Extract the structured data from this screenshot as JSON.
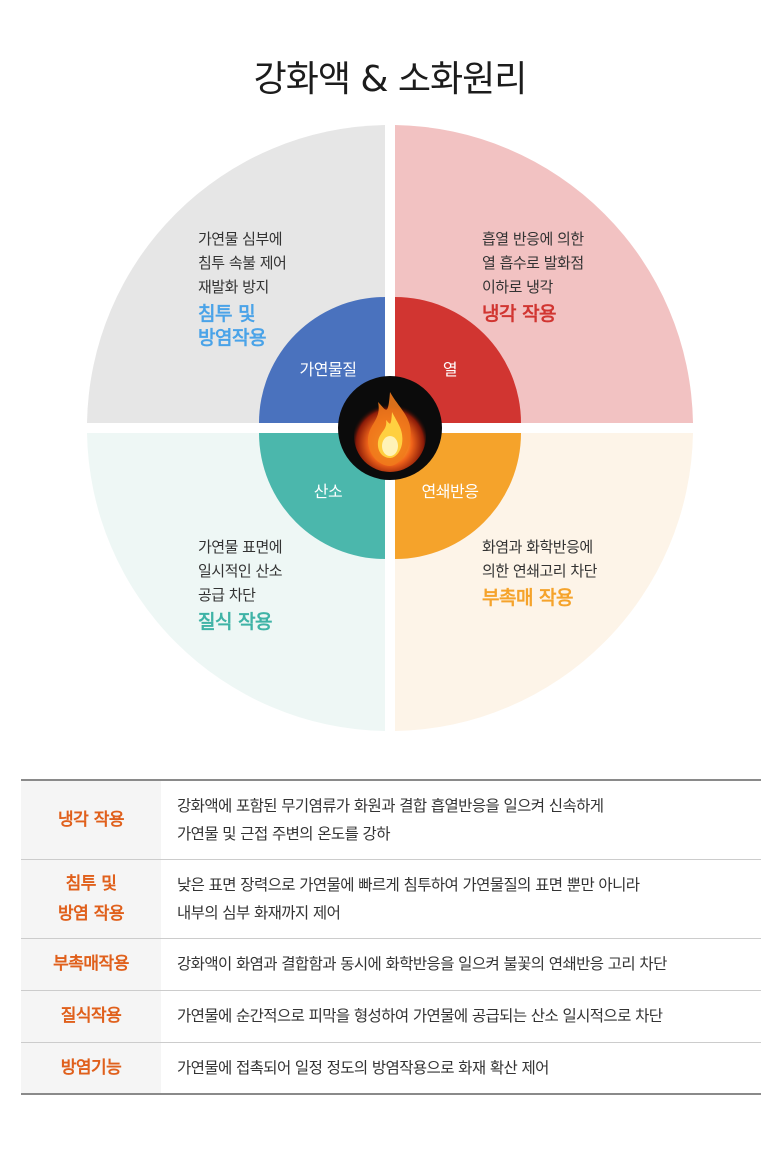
{
  "title": "강화액 & 소화원리",
  "colors": {
    "tl_outer": "#e6e6e6",
    "tr_outer": "#f2c2c2",
    "bl_outer": "#eef7f5",
    "br_outer": "#fdf4e8",
    "tl_inner": "#4a72be",
    "tr_inner": "#d13531",
    "bl_inner": "#4bb7ac",
    "br_inner": "#f5a32b",
    "center": "#0b0b0b",
    "accent_orange": "#e0601c"
  },
  "quadrants": {
    "top_left": {
      "lines": [
        "가연물 심부에",
        "침투 속불 제어",
        "재발화 방지"
      ],
      "action": [
        "침투 및",
        "방염작용"
      ],
      "action_color": "#4aa3e8",
      "inner_label": "가연물질"
    },
    "top_right": {
      "lines": [
        "흡열 반응에 의한",
        "열 흡수로 발화점",
        "이하로 냉각"
      ],
      "action": [
        "냉각 작용"
      ],
      "action_color": "#d13531",
      "inner_label": "열"
    },
    "bottom_left": {
      "lines": [
        "가연물 표면에",
        "일시적인 산소",
        "공급 차단"
      ],
      "action": [
        "질식 작용"
      ],
      "action_color": "#3fb3a6",
      "inner_label": "산소"
    },
    "bottom_right": {
      "lines": [
        "화염과 화학반응에",
        "의한 연쇄고리 차단"
      ],
      "action": [
        "부촉매 작용"
      ],
      "action_color": "#f5a32b",
      "inner_label": "연쇄반응"
    }
  },
  "center_icon": "fire-icon",
  "table": {
    "rows": [
      {
        "term": [
          "냉각 작용"
        ],
        "desc": [
          "강화액에 포함된 무기염류가 화원과 결합 흡열반응을 일으켜 신속하게",
          "가연물 및 근접 주변의 온도를 강하"
        ]
      },
      {
        "term": [
          "침투 및",
          "방염 작용"
        ],
        "desc": [
          "낮은 표면 장력으로 가연물에 빠르게 침투하여 가연물질의 표면 뿐만 아니라",
          "내부의 심부 화재까지 제어"
        ]
      },
      {
        "term": [
          "부촉매작용"
        ],
        "desc": [
          "강화액이 화염과 결합함과 동시에 화학반응을 일으켜 불꽃의 연쇄반응 고리 차단"
        ]
      },
      {
        "term": [
          "질식작용"
        ],
        "desc": [
          "가연물에 순간적으로 피막을 형성하여 가연물에 공급되는 산소 일시적으로 차단"
        ]
      },
      {
        "term": [
          "방염기능"
        ],
        "desc": [
          "가연물에 접촉되어 일정 정도의 방염작용으로 화재 확산 제어"
        ]
      }
    ]
  }
}
